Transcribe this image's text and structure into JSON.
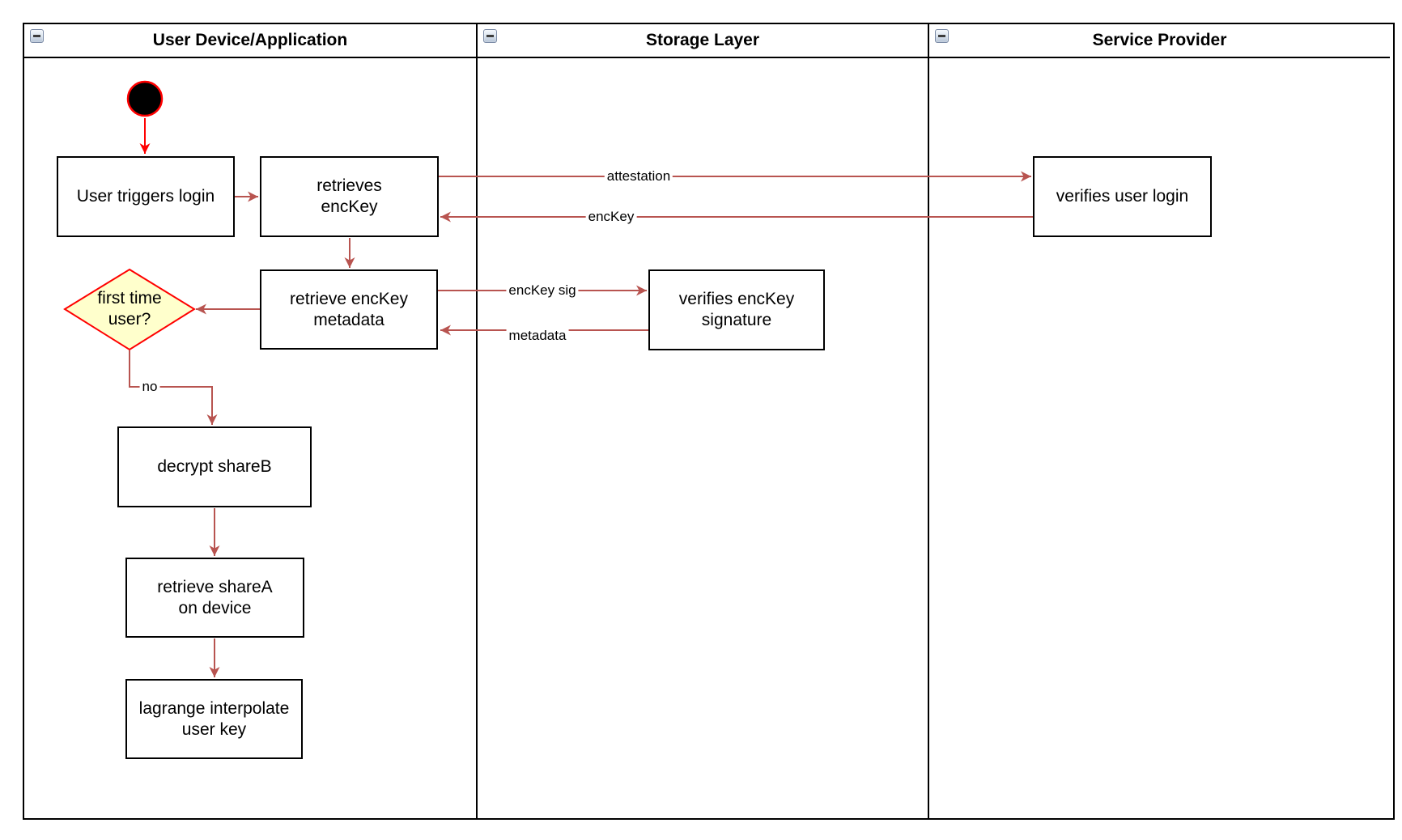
{
  "diagram": {
    "lanes": [
      {
        "title": "User Device/Application",
        "collapse_icon": "minus-icon"
      },
      {
        "title": "Storage Layer",
        "collapse_icon": "minus-icon"
      },
      {
        "title": "Service Provider",
        "collapse_icon": "minus-icon"
      }
    ],
    "nodes": {
      "start": {
        "type": "initial-node"
      },
      "user_triggers_login": {
        "label": "User triggers login"
      },
      "retrieves_enckey": {
        "label": "retrieves\nencKey"
      },
      "retrieve_enckey_metadata": {
        "label": "retrieve encKey\nmetadata"
      },
      "first_time_user": {
        "label": "first time\nuser?",
        "shape": "decision-diamond"
      },
      "decrypt_shareb": {
        "label": "decrypt shareB"
      },
      "retrieve_sharea": {
        "label": "retrieve shareA\non device"
      },
      "lagrange_interpolate": {
        "label": "lagrange interpolate\nuser key"
      },
      "verifies_enckey_signature": {
        "label": "verifies encKey\nsignature"
      },
      "verifies_user_login": {
        "label": "verifies user login"
      }
    },
    "edge_labels": {
      "attestation": "attestation",
      "enckey": "encKey",
      "enckey_sig": "encKey sig",
      "metadata": "metadata",
      "no": "no"
    },
    "colors": {
      "edge": "#b85450",
      "accent_red": "#ff0000",
      "decision_fill": "#ffffcc",
      "node_border": "#000000",
      "node_fill": "#ffffff"
    }
  }
}
